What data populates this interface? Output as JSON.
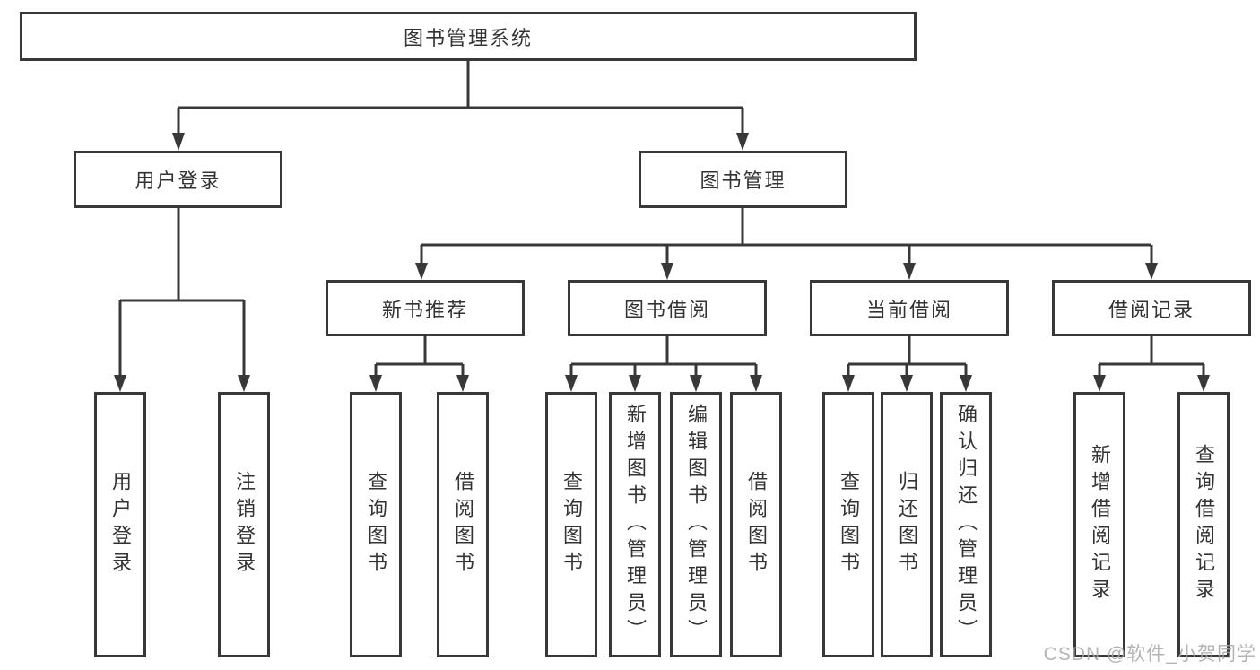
{
  "watermark": "CSDN @软件_小贺同学",
  "tree": {
    "root": {
      "label": "图书管理系统"
    },
    "branches": [
      {
        "label": "用户登录",
        "children": [
          {
            "label": "用户登录"
          },
          {
            "label": "注销登录"
          }
        ]
      },
      {
        "label": "图书管理",
        "children": [
          {
            "label": "新书推荐",
            "children": [
              {
                "label": "查询图书"
              },
              {
                "label": "借阅图书"
              }
            ]
          },
          {
            "label": "图书借阅",
            "children": [
              {
                "label": "查询图书"
              },
              {
                "label": "新增图书（管理员）"
              },
              {
                "label": "编辑图书（管理员）"
              },
              {
                "label": "借阅图书"
              }
            ]
          },
          {
            "label": "当前借阅",
            "children": [
              {
                "label": "查询图书"
              },
              {
                "label": "归还图书"
              },
              {
                "label": "确认归还（管理员）"
              }
            ]
          },
          {
            "label": "借阅记录",
            "children": [
              {
                "label": "新增借阅记录"
              },
              {
                "label": "查询借阅记录"
              }
            ]
          }
        ]
      }
    ]
  },
  "colors": {
    "line": "#383838",
    "text": "#333333",
    "watermark": "#a8a8a8"
  }
}
